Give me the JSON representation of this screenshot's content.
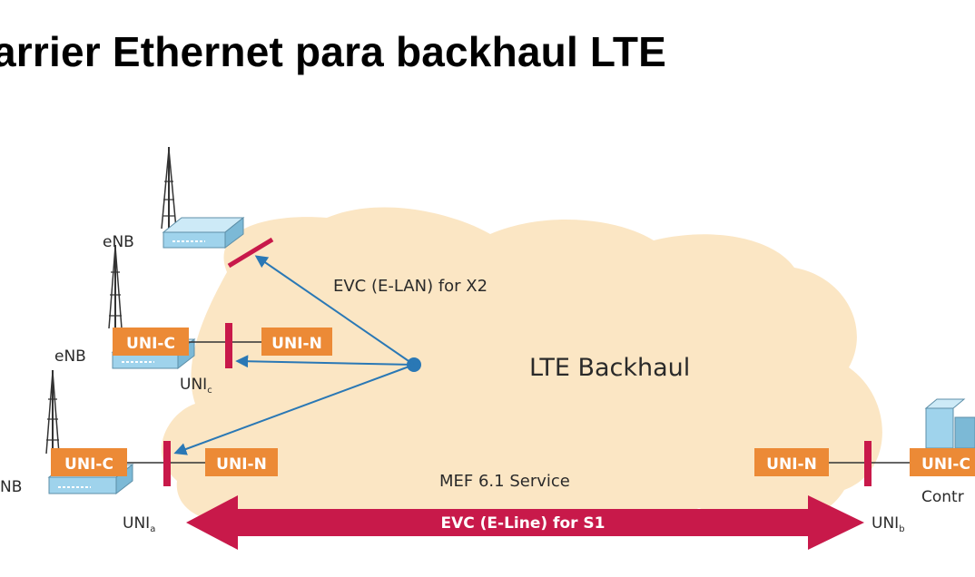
{
  "title": "arrier Ethernet para backhaul LTE",
  "labels": {
    "cloud": "LTE Backhaul",
    "evc_elan": "EVC (E-LAN) for X2",
    "mef_service": "MEF 6.1 Service",
    "evc_eline": "EVC (E-Line) for S1",
    "enb_1": "eNB",
    "enb_2": "eNB",
    "enb_3": "NB",
    "controller": "Contr",
    "uni_c_1": "UNI-C",
    "uni_c_2": "UNI-C",
    "uni_c_3": "UNI-C",
    "uni_n_1": "UNI-N",
    "uni_n_2": "UNI-N",
    "uni_n_3": "UNI-N",
    "uni_c_point": "UNI",
    "uni_c_sub": "c",
    "uni_a_point": "UNI",
    "uni_a_sub": "a",
    "uni_b_point": "UNI",
    "uni_b_sub": "b"
  },
  "colors": {
    "cloud": "#fbe6c4",
    "uni_box": "#ec8a36",
    "uni_bar": "#c8194a",
    "evc_arrow": "#2a78b5",
    "eline_arrow": "#c8194a",
    "device": "#9fd3ec"
  }
}
